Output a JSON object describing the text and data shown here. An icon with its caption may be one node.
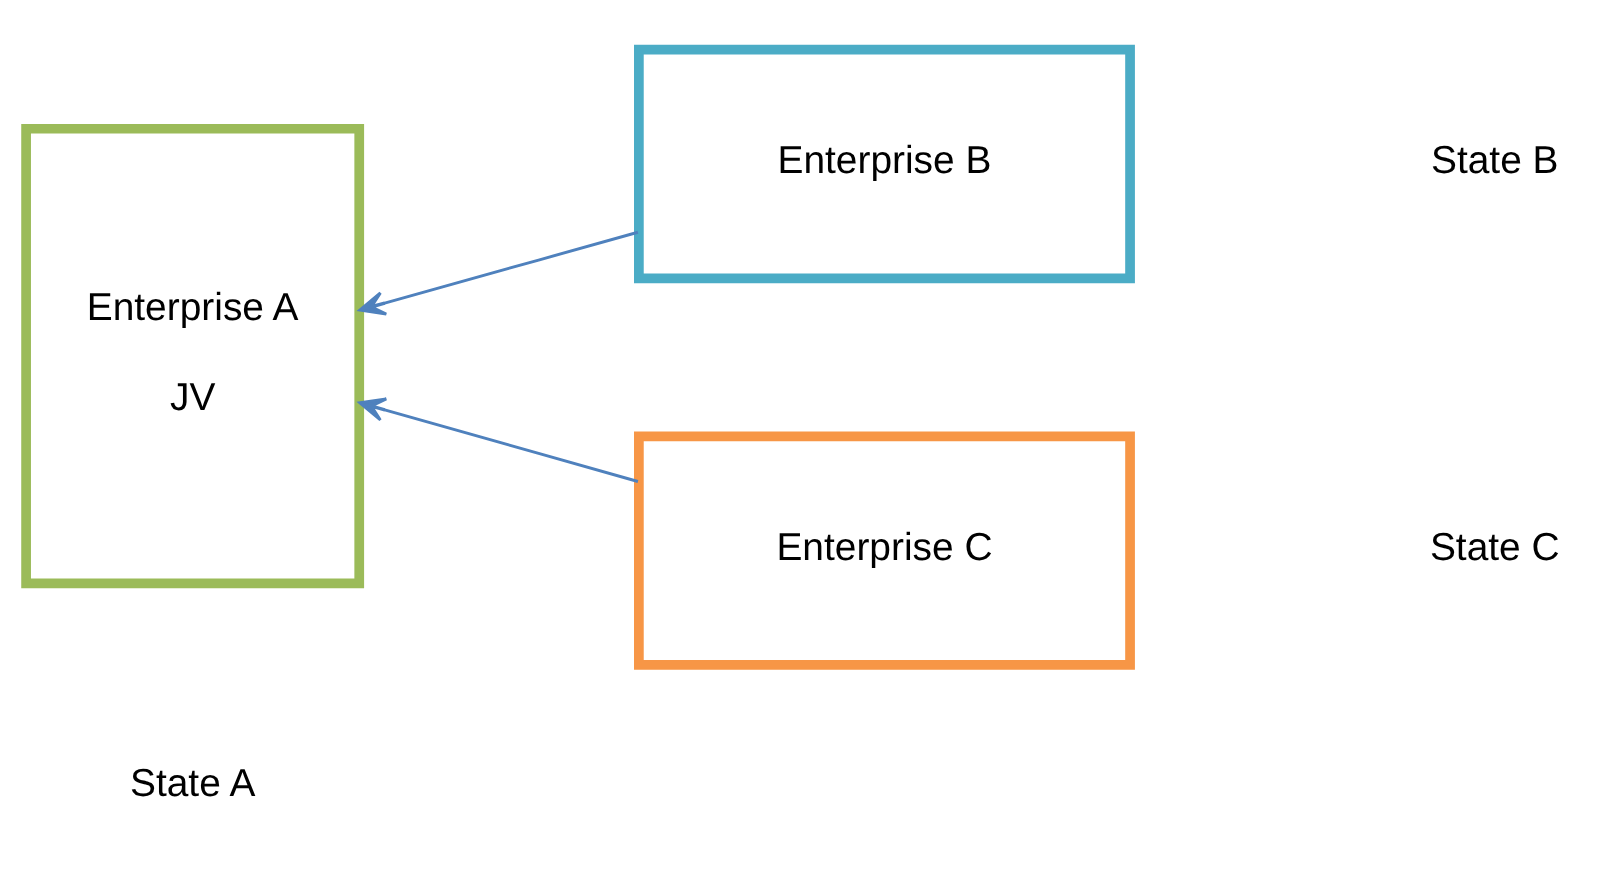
{
  "diagram": {
    "nodes": [
      {
        "text": [
          "Enterprise A",
          "JV"
        ]
      },
      {
        "text": [
          "Enterprise B"
        ]
      },
      {
        "text": [
          "Enterprise C"
        ]
      }
    ],
    "edges": [
      {
        "from": 1,
        "to": 0,
        "arrow": "to"
      },
      {
        "from": 2,
        "to": 0,
        "arrow": "to"
      }
    ],
    "labels": [
      "State B",
      "State C",
      "State A"
    ]
  }
}
